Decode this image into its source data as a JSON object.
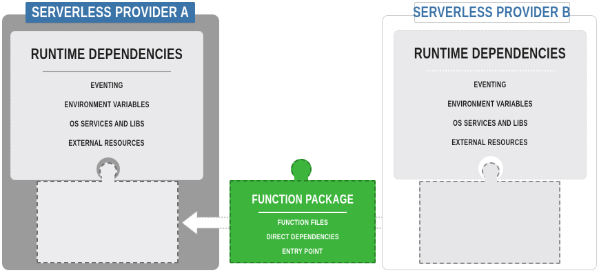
{
  "provider_a": {
    "title": "SERVERLESS PROVIDER A",
    "runtime_box": {
      "title": "RUNTIME DEPENDENCIES",
      "items": [
        "EVENTING",
        "ENVIRONMENT VARIABLES",
        "OS SERVICES AND LIBS",
        "EXTERNAL RESOURCES"
      ]
    }
  },
  "provider_b": {
    "title": "SERVERLESS PROVIDER B",
    "runtime_box": {
      "title": "RUNTIME DEPENDENCIES",
      "items": [
        "EVENTING",
        "ENVIRONMENT VARIABLES",
        "OS SERVICES AND LIBS",
        "EXTERNAL RESOURCES"
      ]
    }
  },
  "function_package": {
    "title": "FUNCTION PACKAGE",
    "items": [
      "FUNCTION FILES",
      "DIRECT DEPENDENCIES",
      "ENTRY POINT"
    ]
  },
  "colors": {
    "banner_blue": "#3B74A9",
    "provider_a_fill": "#9B9B9B",
    "dependency_box_fill": "#E9E9EB",
    "package_green": "#3DB53D",
    "package_green_border": "#277F27",
    "text_dark": "#1E1E1E"
  }
}
